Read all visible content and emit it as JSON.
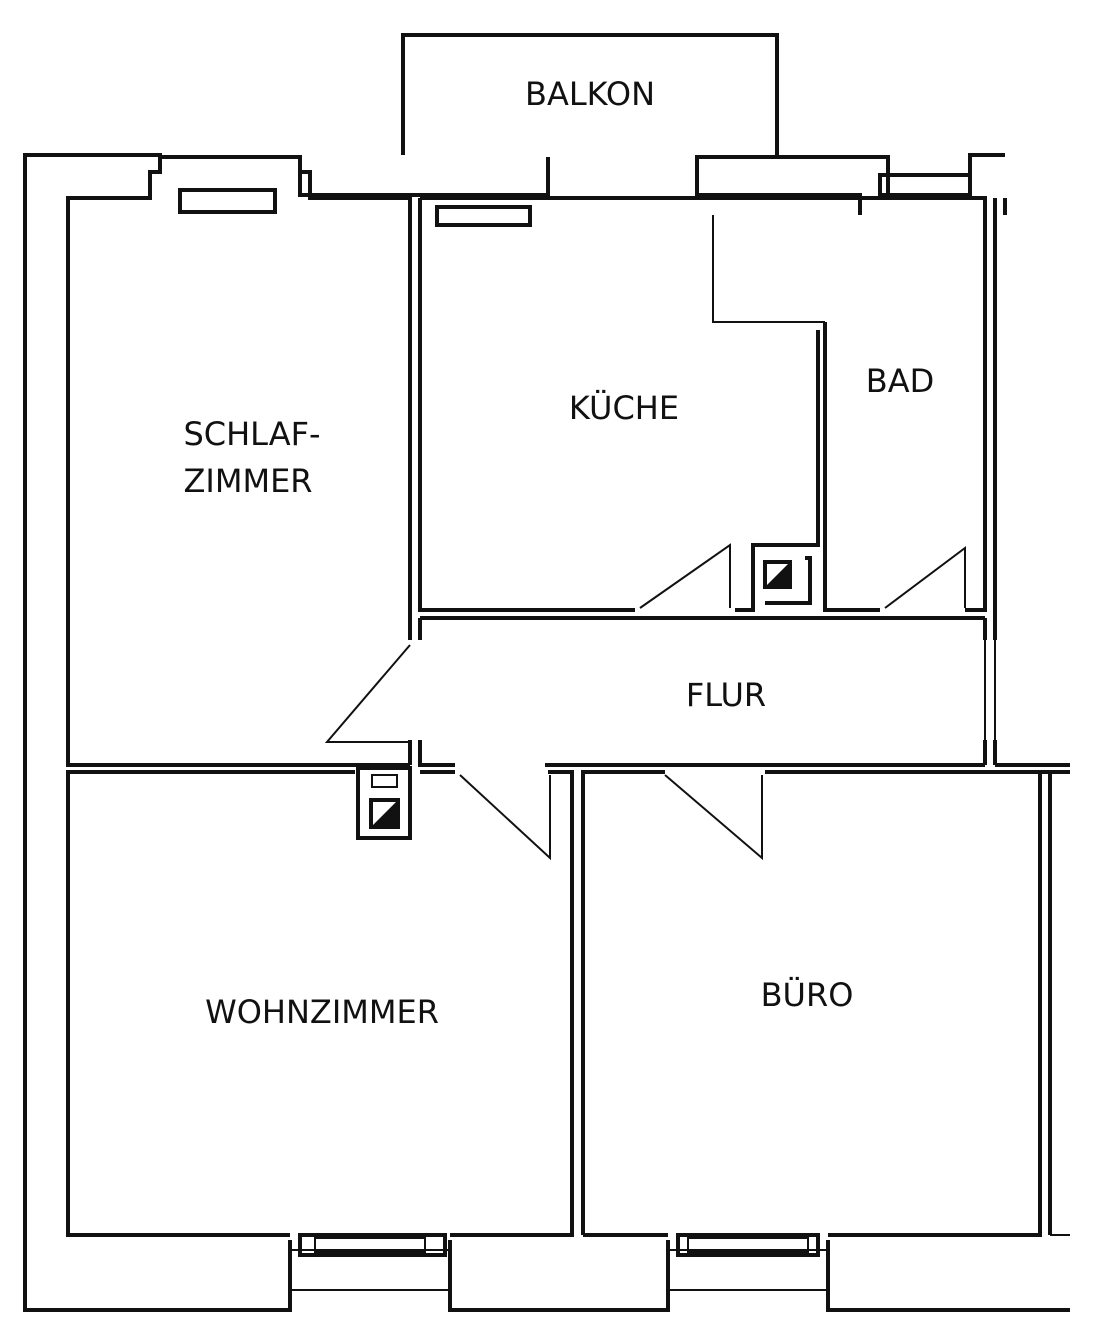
{
  "rooms": {
    "balkon": "BALKON",
    "schlafzimmer_line1": "SCHLAF-",
    "schlafzimmer_line2": "ZIMMER",
    "kueche": "KÜCHE",
    "bad": "BAD",
    "flur": "FLUR",
    "wohnzimmer": "WOHNZIMMER",
    "buero": "BÜRO"
  }
}
